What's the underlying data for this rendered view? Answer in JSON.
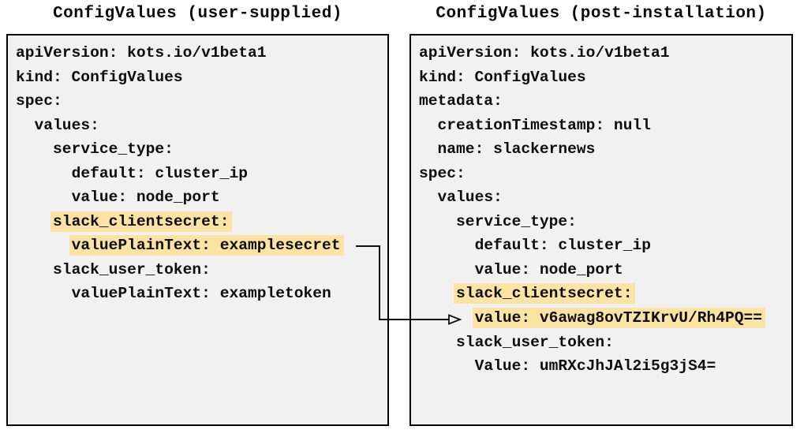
{
  "colors": {
    "highlight": "#FAE3A3",
    "panel_background": "#F1F1F1",
    "panel_border": "#000000",
    "arrow": "#111111"
  },
  "panels": [
    {
      "id": "user-supplied",
      "title": "ConfigValues (user-supplied)",
      "lines": [
        {
          "text": "apiVersion: kots.io/v1beta1",
          "highlight": false
        },
        {
          "text": "kind: ConfigValues",
          "highlight": false
        },
        {
          "text": "spec:",
          "highlight": false
        },
        {
          "text": "  values:",
          "highlight": false
        },
        {
          "text": "    service_type:",
          "highlight": false
        },
        {
          "text": "      default: cluster_ip",
          "highlight": false
        },
        {
          "text": "      value: node_port",
          "highlight": false
        },
        {
          "text": "    slack_clientsecret:",
          "highlight": true
        },
        {
          "text": "      valuePlainText: examplesecret",
          "highlight": true
        },
        {
          "text": "    slack_user_token:",
          "highlight": false
        },
        {
          "text": "      valuePlainText: exampletoken",
          "highlight": false
        }
      ]
    },
    {
      "id": "post-installation",
      "title": "ConfigValues (post-installation)",
      "lines": [
        {
          "text": "apiVersion: kots.io/v1beta1",
          "highlight": false
        },
        {
          "text": "kind: ConfigValues",
          "highlight": false
        },
        {
          "text": "metadata:",
          "highlight": false
        },
        {
          "text": "  creationTimestamp: null",
          "highlight": false
        },
        {
          "text": "  name: slackernews",
          "highlight": false
        },
        {
          "text": "spec:",
          "highlight": false
        },
        {
          "text": "  values:",
          "highlight": false
        },
        {
          "text": "    service_type:",
          "highlight": false
        },
        {
          "text": "      default: cluster_ip",
          "highlight": false
        },
        {
          "text": "      value: node_port",
          "highlight": false
        },
        {
          "text": "    slack_clientsecret:",
          "highlight": true
        },
        {
          "text": "      value: v6awag8ovTZIKrvU/Rh4PQ==",
          "highlight": true
        },
        {
          "text": "    slack_user_token:",
          "highlight": false
        },
        {
          "text": "      Value: umRXcJhJAl2i5g3jS4=",
          "highlight": false
        }
      ]
    }
  ],
  "arrow": {
    "from_text": "valuePlainText: examplesecret",
    "to_text": "value: v6awag8ovTZIKrvU/Rh4PQ=="
  }
}
